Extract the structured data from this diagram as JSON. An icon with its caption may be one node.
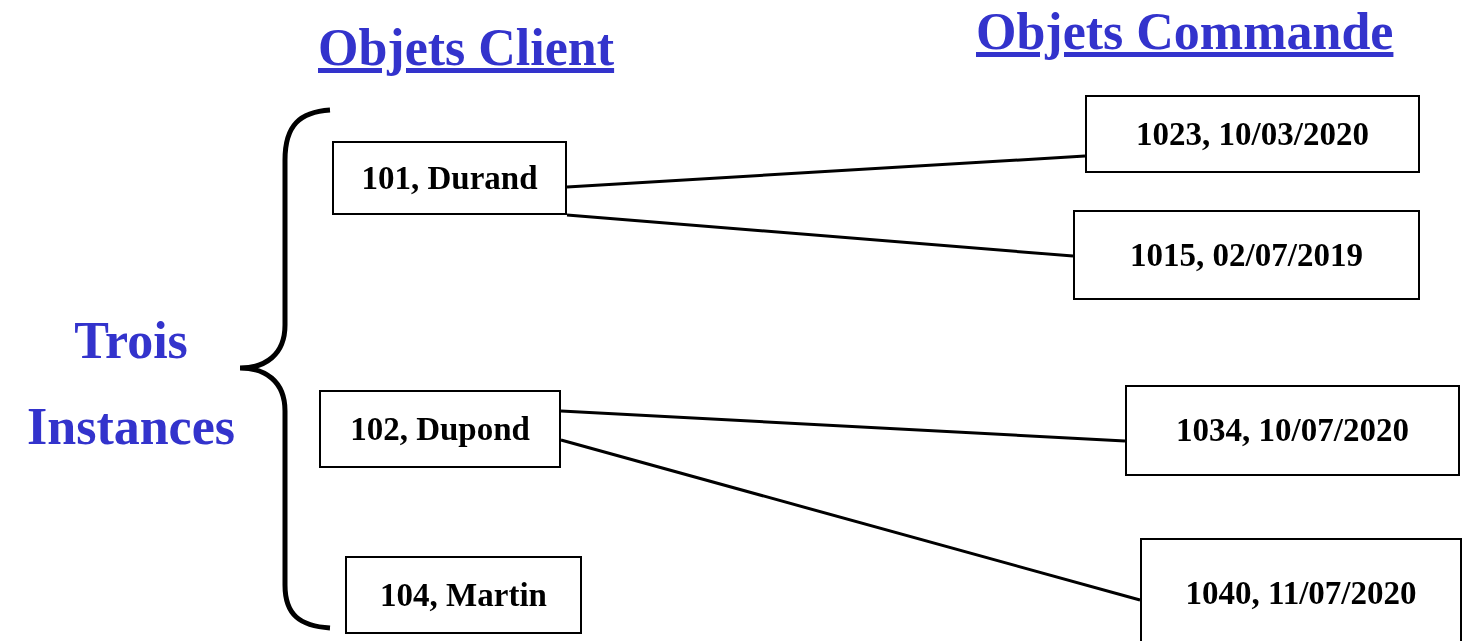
{
  "diagram": {
    "nodes": [
      {
        "text": [
          "101, Durand"
        ]
      },
      {
        "text": [
          "1023, 10/03/2020"
        ]
      },
      {
        "text": [
          "1015, 02/07/2019"
        ]
      },
      {
        "text": [
          "102, Dupond"
        ]
      },
      {
        "text": [
          "1034, 10/07/2020"
        ]
      },
      {
        "text": [
          "104, Martin"
        ]
      },
      {
        "text": [
          "1040, 11/07/2020"
        ]
      }
    ],
    "edges": [
      {
        "from": 0,
        "to": 1,
        "arrow": "none"
      },
      {
        "from": 0,
        "to": 2,
        "arrow": "none"
      },
      {
        "from": 3,
        "to": 4,
        "arrow": "none"
      },
      {
        "from": 3,
        "to": 6,
        "arrow": "none"
      }
    ],
    "labels": [
      "Objets Client",
      "Objets Commande",
      "Trois Instances"
    ]
  }
}
